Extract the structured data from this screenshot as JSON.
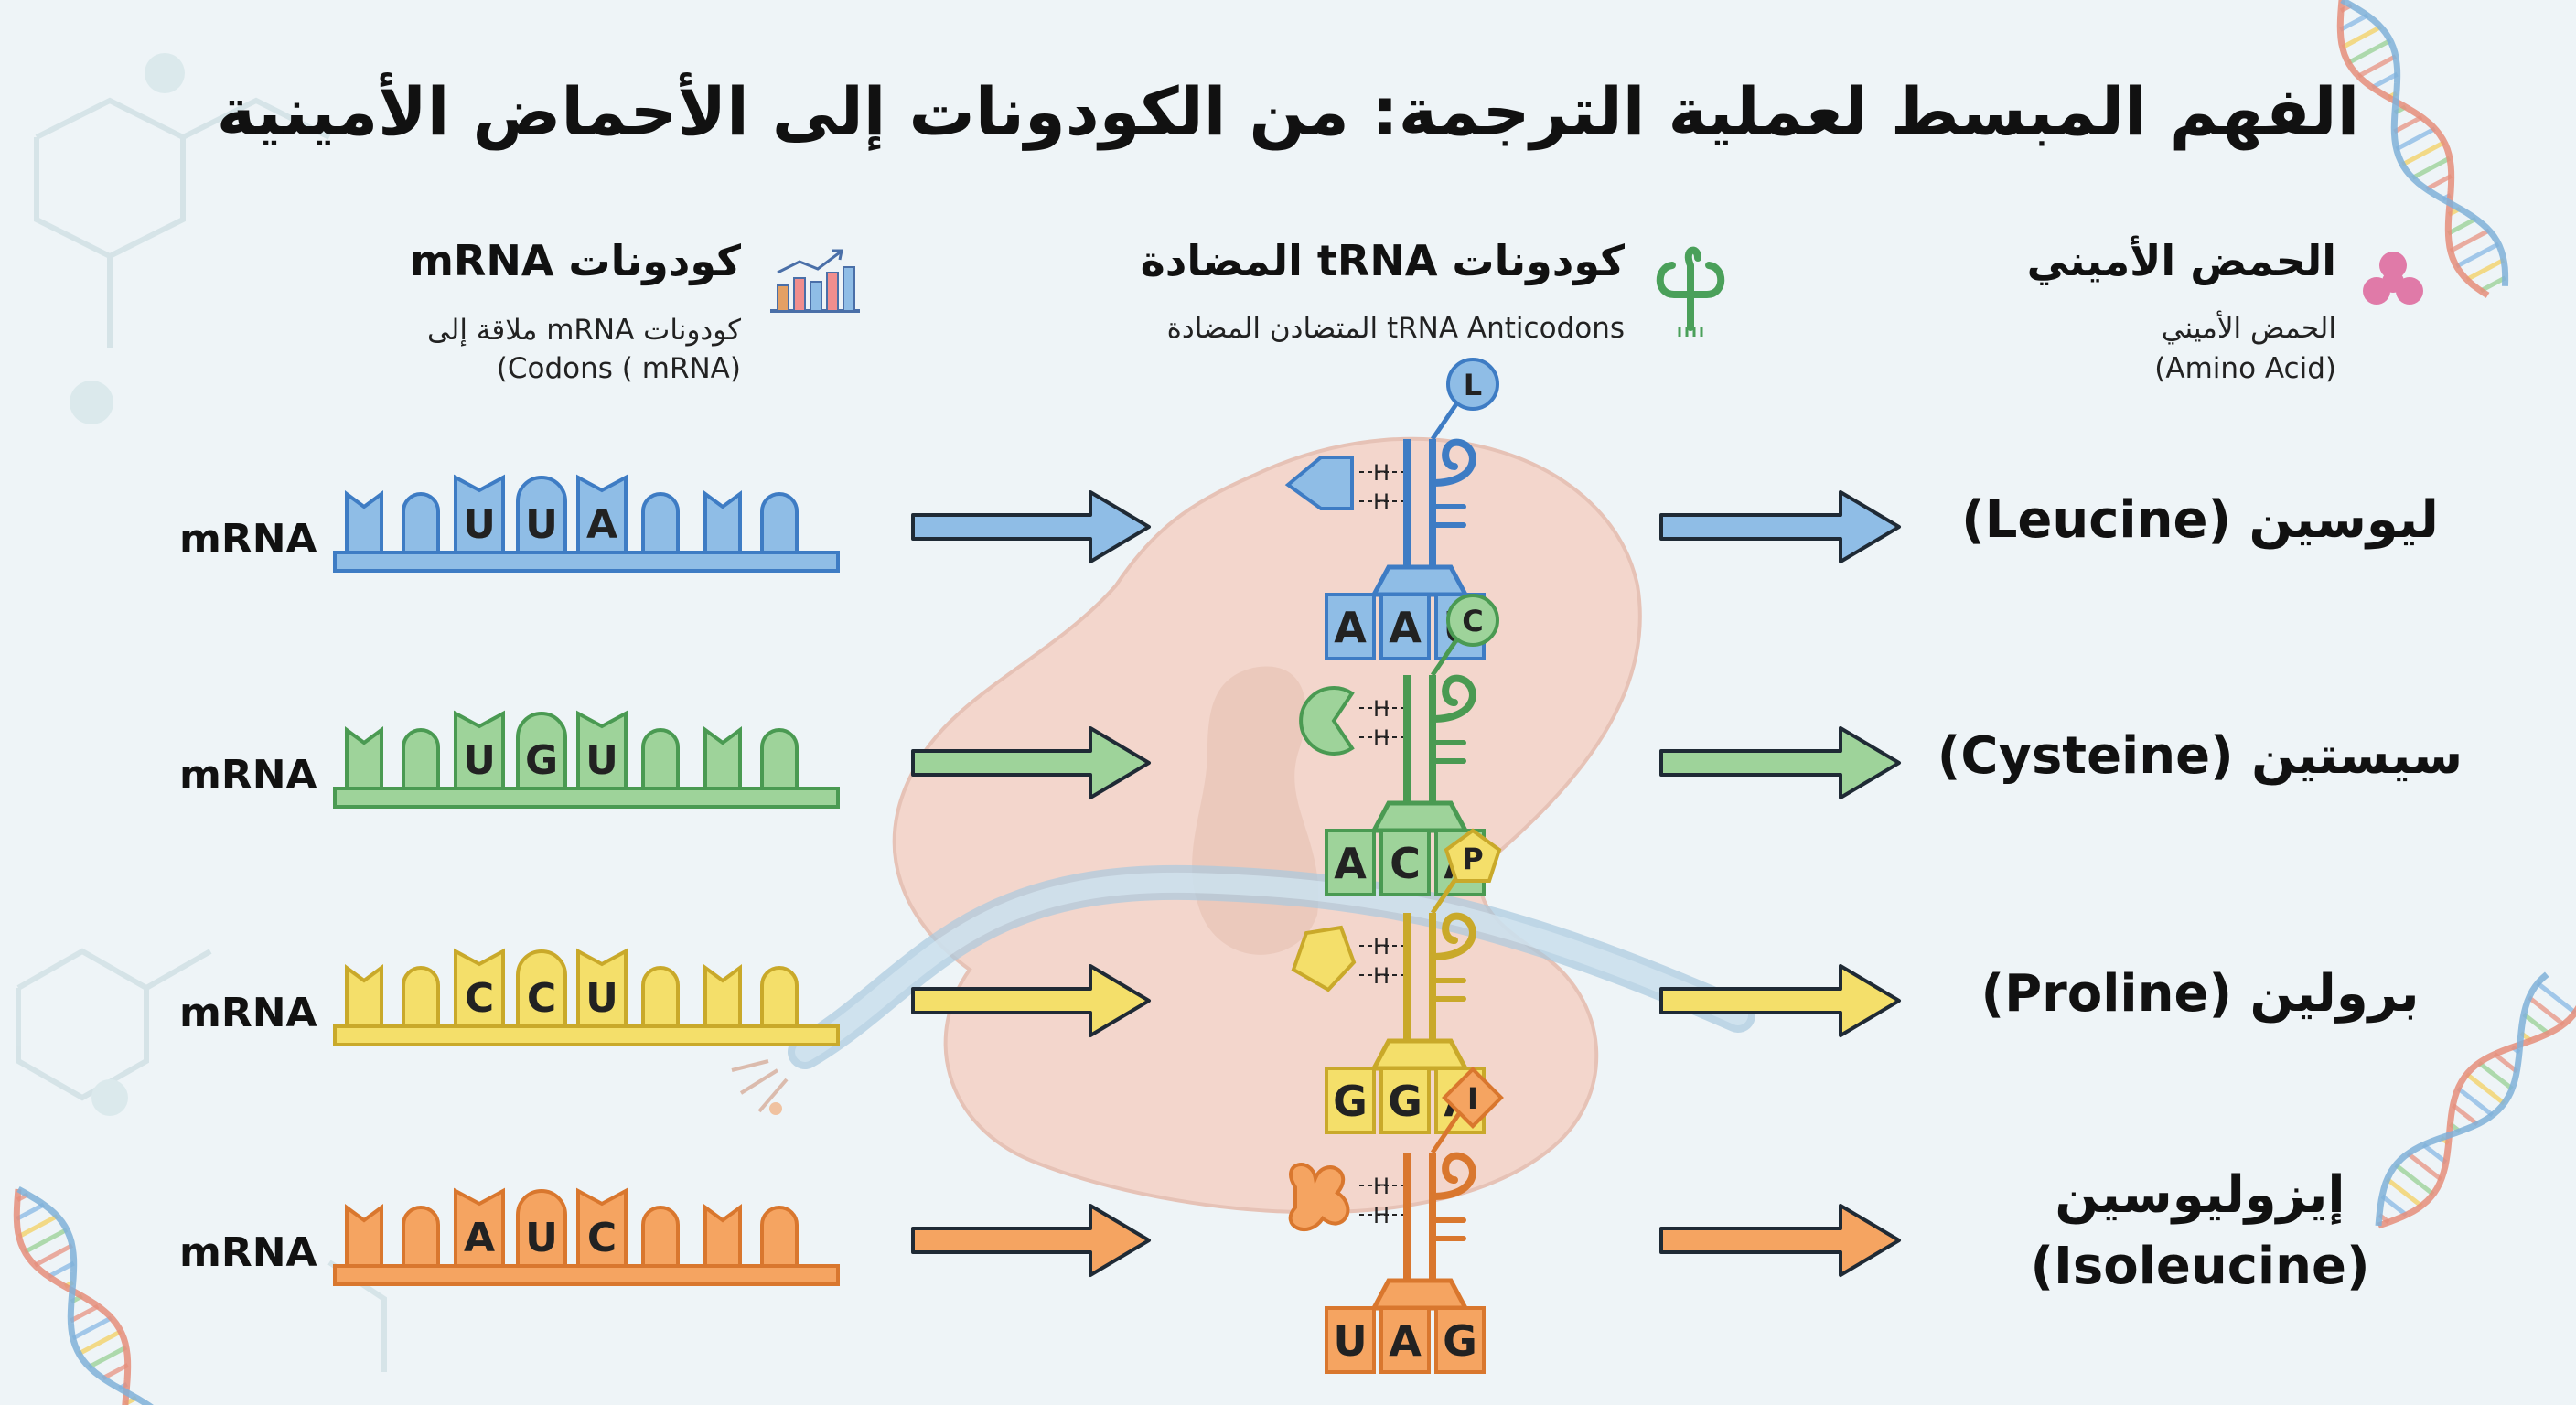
{
  "title": "الفهم المبسط لعملية الترجمة: من الكودونات إلى الأحماض الأمينية",
  "columns": {
    "mrna": {
      "heading": "كودونات mRNA",
      "sub_line1": "كودونات mRNA ملاقة إلى",
      "sub_line2": "(mRNA ) Codons)",
      "icon": "bar-chart-icon"
    },
    "trna": {
      "heading": "كودونات tRNA المضادة",
      "sub_line1": "tRNA Anticodons  المتضادن المضادة",
      "icon": "trna-icon"
    },
    "amino": {
      "heading": "الحمض الأميني",
      "sub_line1": "الحمض الأميني",
      "sub_line2": "(Amino Acid)",
      "icon": "amino-acid-icon"
    }
  },
  "rows": [
    {
      "mrna_label": "mRNA",
      "codon": [
        "U",
        "U",
        "A"
      ],
      "anticodon": [
        "A",
        "A",
        "U"
      ],
      "amino_letter": "L",
      "amino_name": "ليوسين (Leucine)",
      "amino_name_line2": "",
      "color": "#8fbde6",
      "stroke": "#3e7cc4"
    },
    {
      "mrna_label": "mRNA",
      "codon": [
        "U",
        "G",
        "U"
      ],
      "anticodon": [
        "A",
        "C",
        "A"
      ],
      "amino_letter": "C",
      "amino_name": "سيستين (Cysteine)",
      "amino_name_line2": "",
      "color": "#9ed39a",
      "stroke": "#4a9a52"
    },
    {
      "mrna_label": "mRNA",
      "codon": [
        "C",
        "C",
        "U"
      ],
      "anticodon": [
        "G",
        "G",
        "A"
      ],
      "amino_letter": "P",
      "amino_name": "برولين (Proline)",
      "amino_name_line2": "",
      "color": "#f4df6a",
      "stroke": "#c9a92a"
    },
    {
      "mrna_label": "mRNA",
      "codon": [
        "A",
        "U",
        "C"
      ],
      "anticodon": [
        "U",
        "A",
        "G"
      ],
      "amino_letter": "I",
      "amino_name": "إيزوليوسين",
      "amino_name_line2": "(Isoleucine)",
      "color": "#f5a461",
      "stroke": "#d9772e"
    }
  ],
  "bond_label": "H"
}
